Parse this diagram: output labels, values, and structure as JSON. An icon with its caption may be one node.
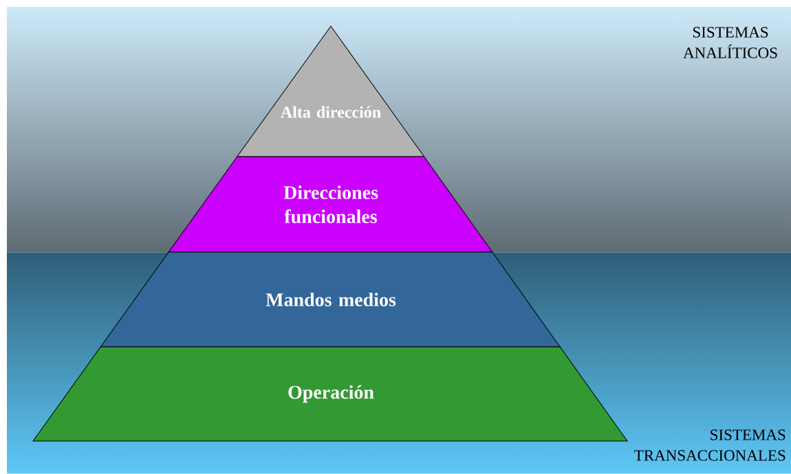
{
  "diagram": {
    "nodes": [
      {
        "text": [
          "Alta dirección"
        ]
      },
      {
        "text": [
          "Direcciones funcionales"
        ]
      },
      {
        "text": [
          "Mandos medios"
        ]
      },
      {
        "text": [
          "Operación"
        ]
      }
    ],
    "labels": [
      "SISTEMAS ANALÍTICOS",
      "SISTEMAS TRANSACCIONALES"
    ]
  }
}
